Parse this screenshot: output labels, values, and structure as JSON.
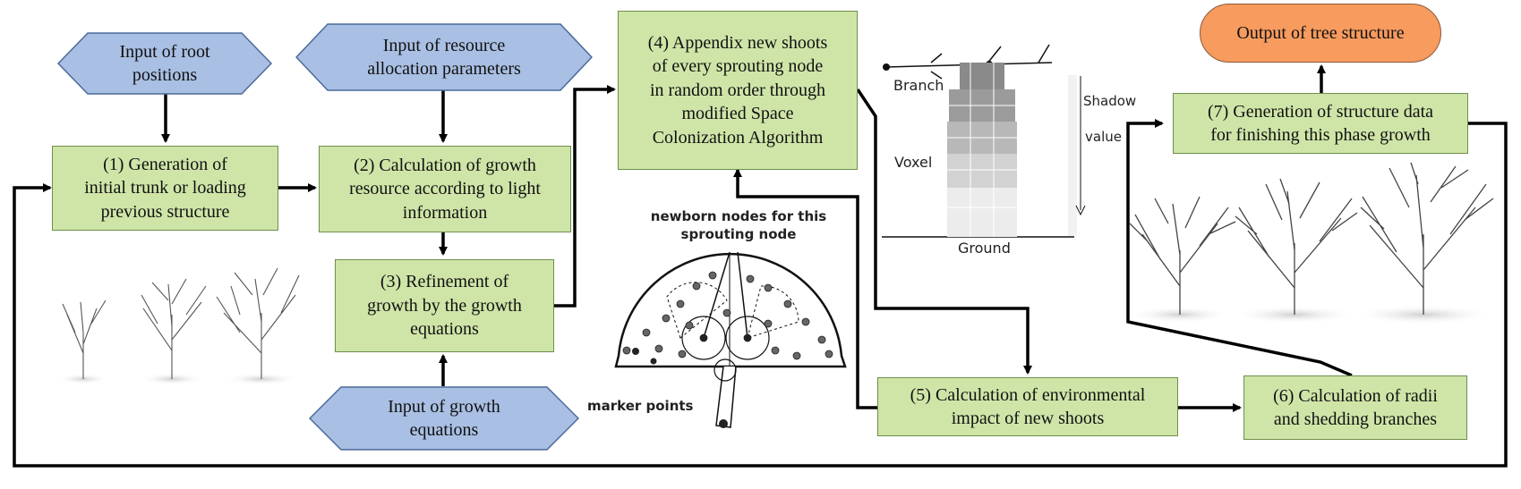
{
  "inputs": {
    "root": "Input of root\npositions",
    "resource": "Input of resource\nallocation parameters",
    "growth": "Input of growth\nequations"
  },
  "steps": {
    "s1": "(1) Generation of\ninitial trunk or loading\nprevious structure",
    "s2": "(2) Calculation of growth\nresource according to light\ninformation",
    "s3": "(3) Refinement of\ngrowth by the growth\nequations",
    "s4": "(4) Appendix new shoots\nof every sprouting node\nin random order through\nmodified Space\nColonization Algorithm",
    "s5": "(5) Calculation of environmental\nimpact of new shoots",
    "s6": "(6) Calculation of radii\nand shedding branches",
    "s7": "(7) Generation of structure data\nfor finishing this phase growth"
  },
  "output": "Output of tree structure",
  "colonization_figure": {
    "newborn_label": "newborn nodes for this\nsprouting node",
    "marker_label": "marker points"
  },
  "voxel_figure": {
    "branch": "Branch",
    "voxel": "Voxel",
    "shadow": "Shadow",
    "value": "value",
    "ground": "Ground"
  },
  "colors": {
    "step_fill": "#cfe5a8",
    "input_fill": "#a9bfe3",
    "output_fill": "#f79b5e"
  }
}
